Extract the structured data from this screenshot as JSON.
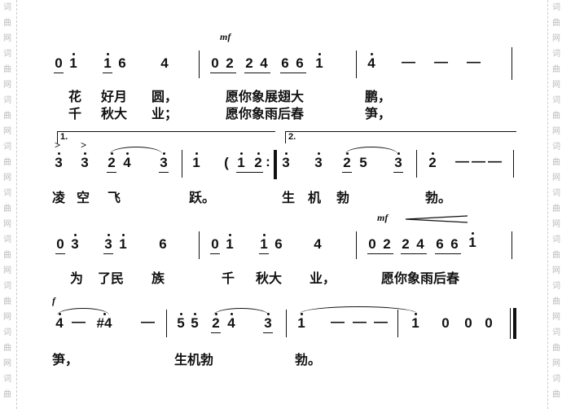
{
  "watermark": {
    "chars": [
      "词",
      "曲",
      "网"
    ]
  },
  "row1": {
    "dynamic": "mf",
    "notes": [
      "0",
      "1",
      "1",
      "6",
      "4",
      "0",
      "2",
      "2",
      "4",
      "6",
      "6",
      "1",
      "4",
      "—",
      "—",
      "—"
    ],
    "lyrics1": [
      "花",
      "好月",
      "圆，",
      "愿你象展翅大",
      "鹏，"
    ],
    "lyrics2": [
      "千",
      "秋大",
      "业；",
      "愿你象雨后春",
      "笋，"
    ]
  },
  "row2": {
    "volta1": "1.",
    "volta2": "2.",
    "notes": [
      "3",
      "3",
      "2",
      "4",
      "3",
      "1",
      "(",
      "1",
      "2",
      ":",
      "3",
      "3",
      "2",
      "5",
      "3",
      "2",
      "—",
      "—",
      "—"
    ],
    "lyrics": [
      "凌",
      "空",
      "飞",
      "跃。",
      "生",
      "机",
      "勃",
      "勃。"
    ]
  },
  "row3": {
    "dynamic": "mf",
    "notes": [
      "0",
      "3",
      "3",
      "1",
      "6",
      "0",
      "1",
      "1",
      "6",
      "4",
      "0",
      "2",
      "2",
      "4",
      "6",
      "6",
      "1"
    ],
    "lyrics": [
      "为",
      "了民",
      "族",
      "千",
      "秋大",
      "业，",
      "愿你象雨后春"
    ]
  },
  "row4": {
    "dynamic": "f",
    "notes": [
      "4",
      "—",
      "#4",
      "—",
      "5",
      "5",
      "2",
      "4",
      "3",
      "1",
      "—",
      "—",
      "—",
      "1",
      "0",
      "0",
      "0"
    ],
    "lyrics": [
      "笋，",
      "生机勃",
      "勃。"
    ]
  }
}
